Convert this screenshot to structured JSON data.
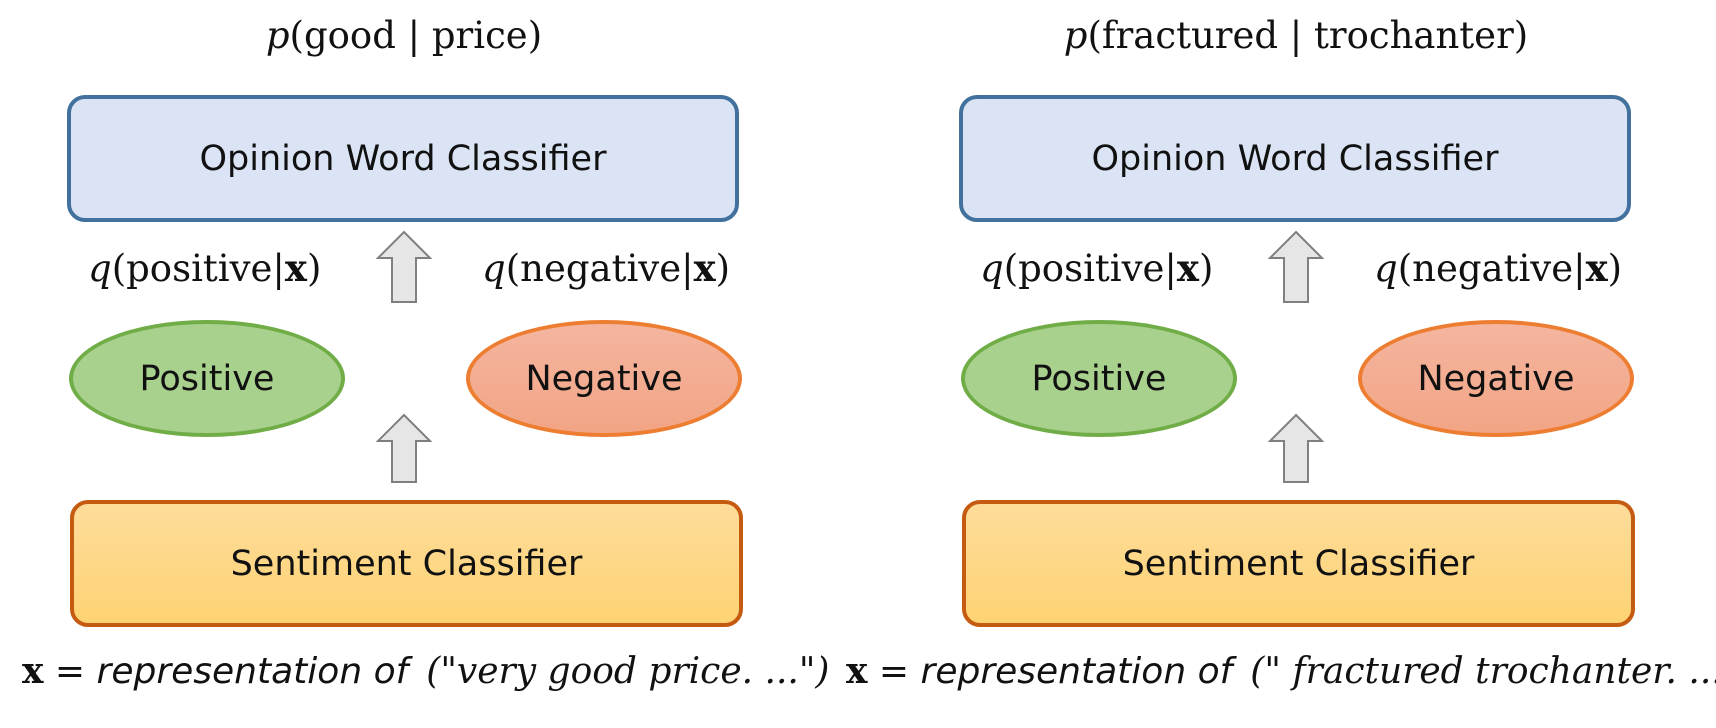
{
  "panels": [
    {
      "title": {
        "prefix": "p",
        "rest": "(good | price)"
      },
      "top_box": "Opinion Word Classifier",
      "q_positive": {
        "fn": "q",
        "open": "(positive|",
        "var": "x",
        "close": ")"
      },
      "q_negative": {
        "fn": "q",
        "open": "(negative|",
        "var": "x",
        "close": ")"
      },
      "positive_label": "Positive",
      "negative_label": "Negative",
      "bottom_box": "Sentiment Classifier",
      "caption": {
        "var": "x",
        "eq": " = ",
        "text": "representation of",
        "quote": "(\"very good price. ...\")"
      }
    },
    {
      "title": {
        "prefix": "p",
        "rest": "(fractured | trochanter)"
      },
      "top_box": "Opinion Word Classifier",
      "q_positive": {
        "fn": "q",
        "open": "(positive|",
        "var": "x",
        "close": ")"
      },
      "q_negative": {
        "fn": "q",
        "open": "(negative|",
        "var": "x",
        "close": ")"
      },
      "positive_label": "Positive",
      "negative_label": "Negative",
      "bottom_box": "Sentiment Classifier",
      "caption": {
        "var": "x",
        "eq": " = ",
        "text": "representation of",
        "quote": "(\" fractured trochanter. ...\")"
      }
    }
  ],
  "colors": {
    "top_box_fill": "#dbe4f4",
    "top_box_border": "#41719c",
    "bottom_box_fill": "#fed374",
    "bottom_box_border": "#c55a11",
    "positive_fill": "#a8d18d",
    "positive_border": "#70ad47",
    "negative_fill": "#f2a585",
    "negative_border": "#ed7d31",
    "arrow_fill": "#e6e6e6",
    "arrow_border": "#7f7f7f"
  }
}
